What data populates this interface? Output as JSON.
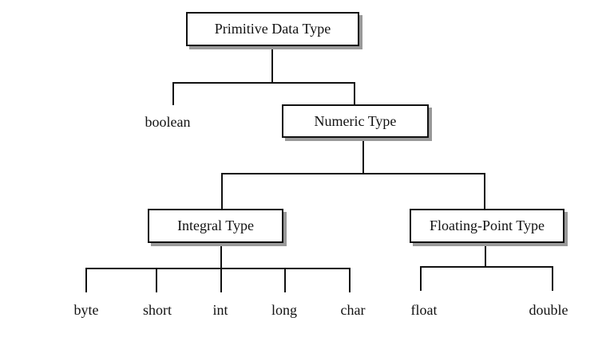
{
  "diagram": {
    "type": "tree",
    "colors": {
      "background": "#ffffff",
      "line": "#111111",
      "box_border": "#111111",
      "box_fill": "#ffffff",
      "box_shadow": "#999999",
      "text": "#111111"
    },
    "nodes": {
      "primitive": {
        "label": "Primitive Data Type",
        "shape": "box"
      },
      "boolean": {
        "label": "boolean",
        "shape": "text"
      },
      "numeric": {
        "label": "Numeric Type",
        "shape": "box"
      },
      "integral": {
        "label": "Integral Type",
        "shape": "box"
      },
      "floating": {
        "label": "Floating-Point Type",
        "shape": "box"
      },
      "byte": {
        "label": "byte",
        "shape": "text"
      },
      "short": {
        "label": "short",
        "shape": "text"
      },
      "int": {
        "label": "int",
        "shape": "text"
      },
      "long": {
        "label": "long",
        "shape": "text"
      },
      "char": {
        "label": "char",
        "shape": "text"
      },
      "float": {
        "label": "float",
        "shape": "text"
      },
      "double": {
        "label": "double",
        "shape": "text"
      }
    },
    "hierarchy": {
      "Primitive Data Type": {
        "boolean": {},
        "Numeric Type": {
          "Integral Type": {
            "byte": {},
            "short": {},
            "int": {},
            "long": {},
            "char": {}
          },
          "Floating-Point Type": {
            "float": {},
            "double": {}
          }
        }
      }
    }
  }
}
